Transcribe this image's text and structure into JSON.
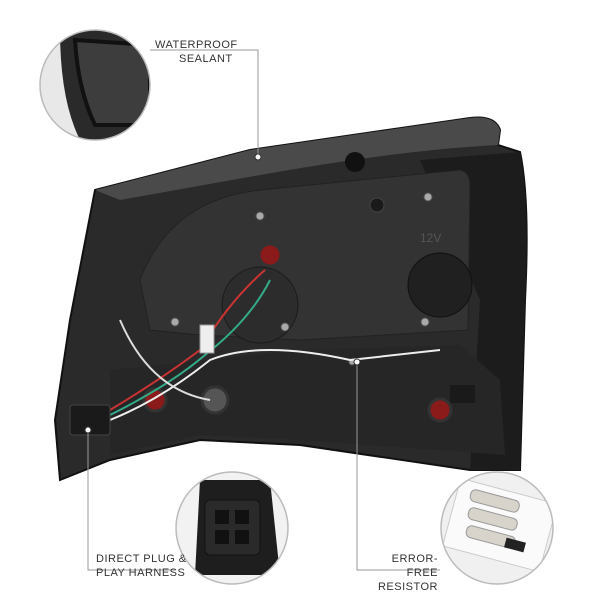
{
  "callouts": {
    "sealant": {
      "line1": "WATERPROOF",
      "line2": "SEALANT"
    },
    "harness": {
      "line1": "DIRECT PLUG &",
      "line2": "PLAY HARNESS"
    },
    "resistor": {
      "line1": "ERROR-FREE",
      "line2": "RESISTOR"
    }
  },
  "housing_label": "12V",
  "colors": {
    "housing": "#2b2b2b",
    "housing_dark": "#1a1a1a",
    "socket_red": "#8b1a1a",
    "leader": "#999999"
  }
}
